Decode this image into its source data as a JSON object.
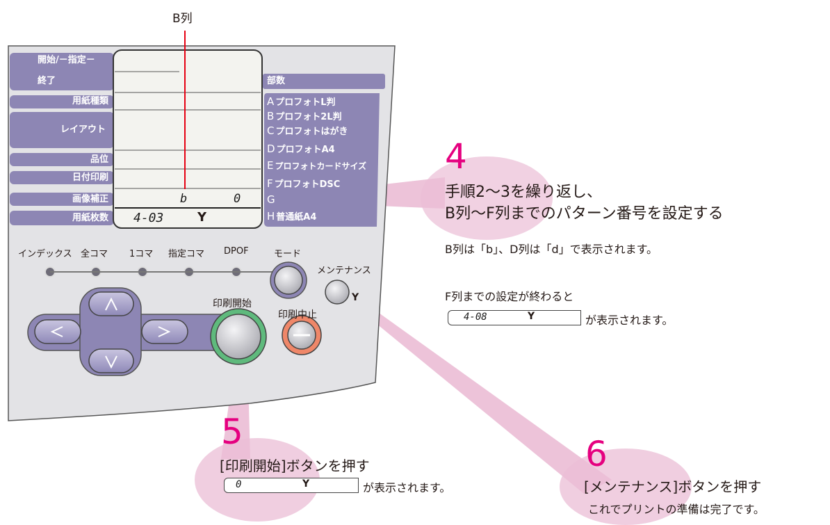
{
  "column_label": "B列",
  "panel": {
    "left_labels": {
      "start_end_a": "開始/－指定－",
      "start_end_b": "終了",
      "paper_type": "用紙種類",
      "layout": "レイアウト",
      "quality": "品位",
      "date_print": "日付印刷",
      "image_correction": "画像補正",
      "paper_count": "用紙枚数"
    },
    "lcd": {
      "b_row_letter": "b",
      "b_row_value": "0",
      "bottom_code": "4-03",
      "bottom_icon": "wrench"
    },
    "copies_header": "部数",
    "paper_items": [
      {
        "letter": "A",
        "text": "プロフォトL判"
      },
      {
        "letter": "B",
        "text": "プロフォト2L判"
      },
      {
        "letter": "C",
        "text": "プロフォトはがき"
      },
      {
        "letter": "D",
        "text": "プロフォトA4"
      },
      {
        "letter": "E",
        "text": "プロフォトカードサイズ"
      },
      {
        "letter": "F",
        "text": "プロフォトDSC"
      },
      {
        "letter": "G",
        "text": ""
      },
      {
        "letter": "H",
        "text": "普通紙A4"
      }
    ],
    "mode_labels": [
      "インデックス",
      "全コマ",
      "1コマ",
      "指定コマ",
      "DPOF",
      "モード"
    ],
    "maintenance_label": "メンテナンス",
    "print_start_label": "印刷開始",
    "print_stop_label": "印刷中止"
  },
  "step4": {
    "number": "4",
    "line1": "手順2～3を繰り返し、",
    "line2": "B列～F列までのパターン番号を設定する",
    "note1": "B列は「b」、D列は「d」で表示されます。",
    "note2": "F列までの設定が終わると",
    "display_code": "4-08",
    "display_suffix": "が表示されます。"
  },
  "step5": {
    "number": "5",
    "title": "[印刷開始]ボタンを押す",
    "display_code": "0",
    "display_suffix": "が表示されます。"
  },
  "step6": {
    "number": "6",
    "title": "[メンテナンス]ボタンを押す",
    "note": "これでプリントの準備は完了です。"
  },
  "colors": {
    "panel_bg": "#e4e4e6",
    "label_purple": "#8d86b4",
    "accent_pink": "#e5007f",
    "callout_pink": "#e9b3cf",
    "red_line": "#e60012",
    "green_ring": "#5fba7d",
    "orange_ring": "#ef8769"
  }
}
